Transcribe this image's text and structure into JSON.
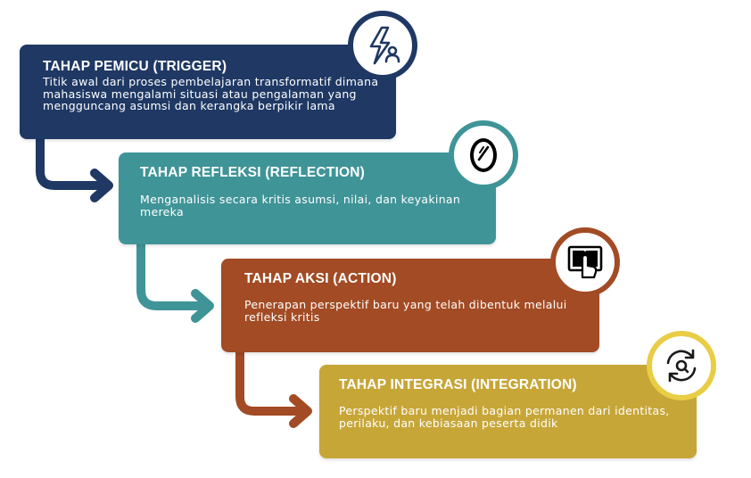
{
  "colors": {
    "trigger": "#1f3864",
    "reflection": "#3f9497",
    "action": "#a24b24",
    "integration": "#c7a638",
    "integration_ring": "#e8cd45",
    "text": "#ffffff"
  },
  "steps": [
    {
      "title": "TAHAP PEMICU (TRIGGER)",
      "description": "Titik awal dari proses pembelajaran transformatif dimana mahasiswa mengalami situasi atau pengalaman yang mengguncang asumsi dan kerangka berpikir lama",
      "icon": "lightning-person-icon"
    },
    {
      "title": "TAHAP REFLEKSI (REFLECTION)",
      "description": "Menganalisis secara kritis asumsi, nilai, dan keyakinan mereka",
      "icon": "mirror-icon"
    },
    {
      "title": "TAHAP AKSI (ACTION)",
      "description": "Penerapan perspektif baru yang telah dibentuk melalui refleksi kritis",
      "icon": "touchscreen-hand-icon"
    },
    {
      "title": "TAHAP INTEGRASI (INTEGRATION)",
      "description": "Perspektif baru menjadi bagian permanen dari identitas, perilaku, dan kebiasaan peserta didik",
      "icon": "cycle-refresh-icon"
    }
  ]
}
